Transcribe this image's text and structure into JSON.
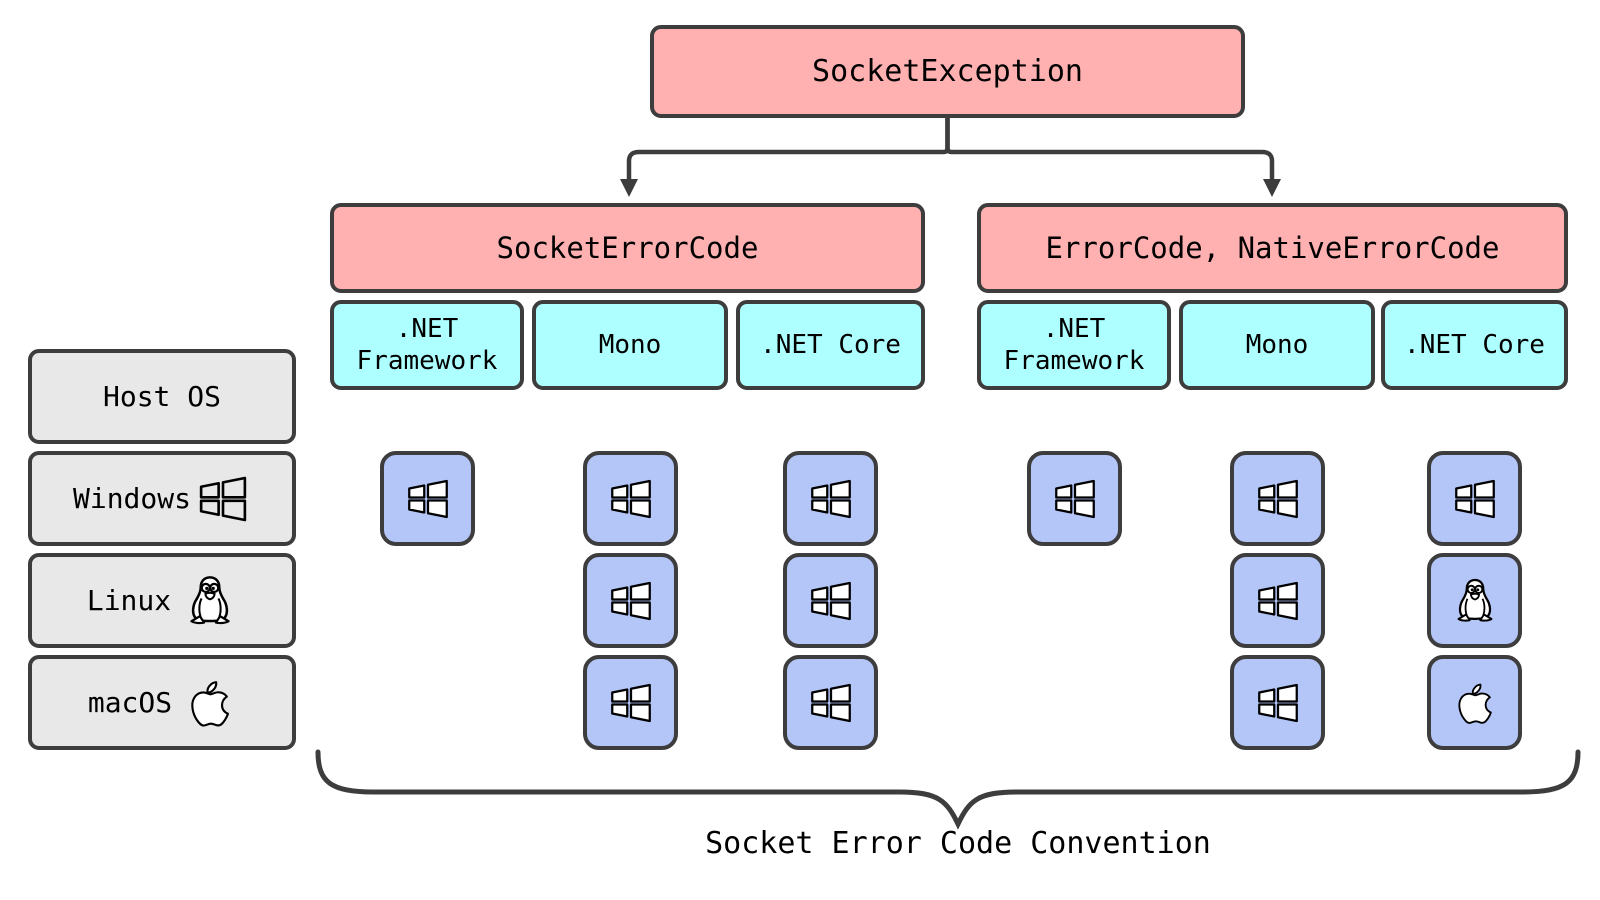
{
  "root": {
    "label": "SocketException"
  },
  "branches": [
    {
      "label": "SocketErrorCode",
      "runtimes": [
        ".NET Framework",
        "Mono",
        ".NET Core"
      ],
      "columns": [
        {
          "runtime": ".NET Framework",
          "cells": [
            {
              "row": "Windows",
              "icon": "windows"
            }
          ]
        },
        {
          "runtime": "Mono",
          "cells": [
            {
              "row": "Windows",
              "icon": "windows"
            },
            {
              "row": "Linux",
              "icon": "windows"
            },
            {
              "row": "macOS",
              "icon": "windows"
            }
          ]
        },
        {
          "runtime": ".NET Core",
          "cells": [
            {
              "row": "Windows",
              "icon": "windows"
            },
            {
              "row": "Linux",
              "icon": "windows"
            },
            {
              "row": "macOS",
              "icon": "windows"
            }
          ]
        }
      ]
    },
    {
      "label": "ErrorCode, NativeErrorCode",
      "runtimes": [
        ".NET Framework",
        "Mono",
        ".NET Core"
      ],
      "columns": [
        {
          "runtime": ".NET Framework",
          "cells": [
            {
              "row": "Windows",
              "icon": "windows"
            }
          ]
        },
        {
          "runtime": "Mono",
          "cells": [
            {
              "row": "Windows",
              "icon": "windows"
            },
            {
              "row": "Linux",
              "icon": "windows"
            },
            {
              "row": "macOS",
              "icon": "windows"
            }
          ]
        },
        {
          "runtime": ".NET Core",
          "cells": [
            {
              "row": "Windows",
              "icon": "windows"
            },
            {
              "row": "Linux",
              "icon": "linux"
            },
            {
              "row": "macOS",
              "icon": "apple"
            }
          ]
        }
      ]
    }
  ],
  "host_os": {
    "header": "Host OS",
    "rows": [
      {
        "label": "Windows",
        "icon": "windows"
      },
      {
        "label": "Linux",
        "icon": "linux"
      },
      {
        "label": "macOS",
        "icon": "apple"
      }
    ]
  },
  "caption": "Socket Error Code Convention",
  "icons": [
    "windows-logo-icon",
    "tux-penguin-icon",
    "apple-logo-icon"
  ],
  "colors": {
    "node_pink": "#ffb1b1",
    "runtime_cyan": "#aeffff",
    "cell_blue": "#b4c6f8",
    "host_grey": "#e8e8e8",
    "border_dark": "#3d3d3d",
    "background": "#ffffff",
    "text": "#000000"
  }
}
